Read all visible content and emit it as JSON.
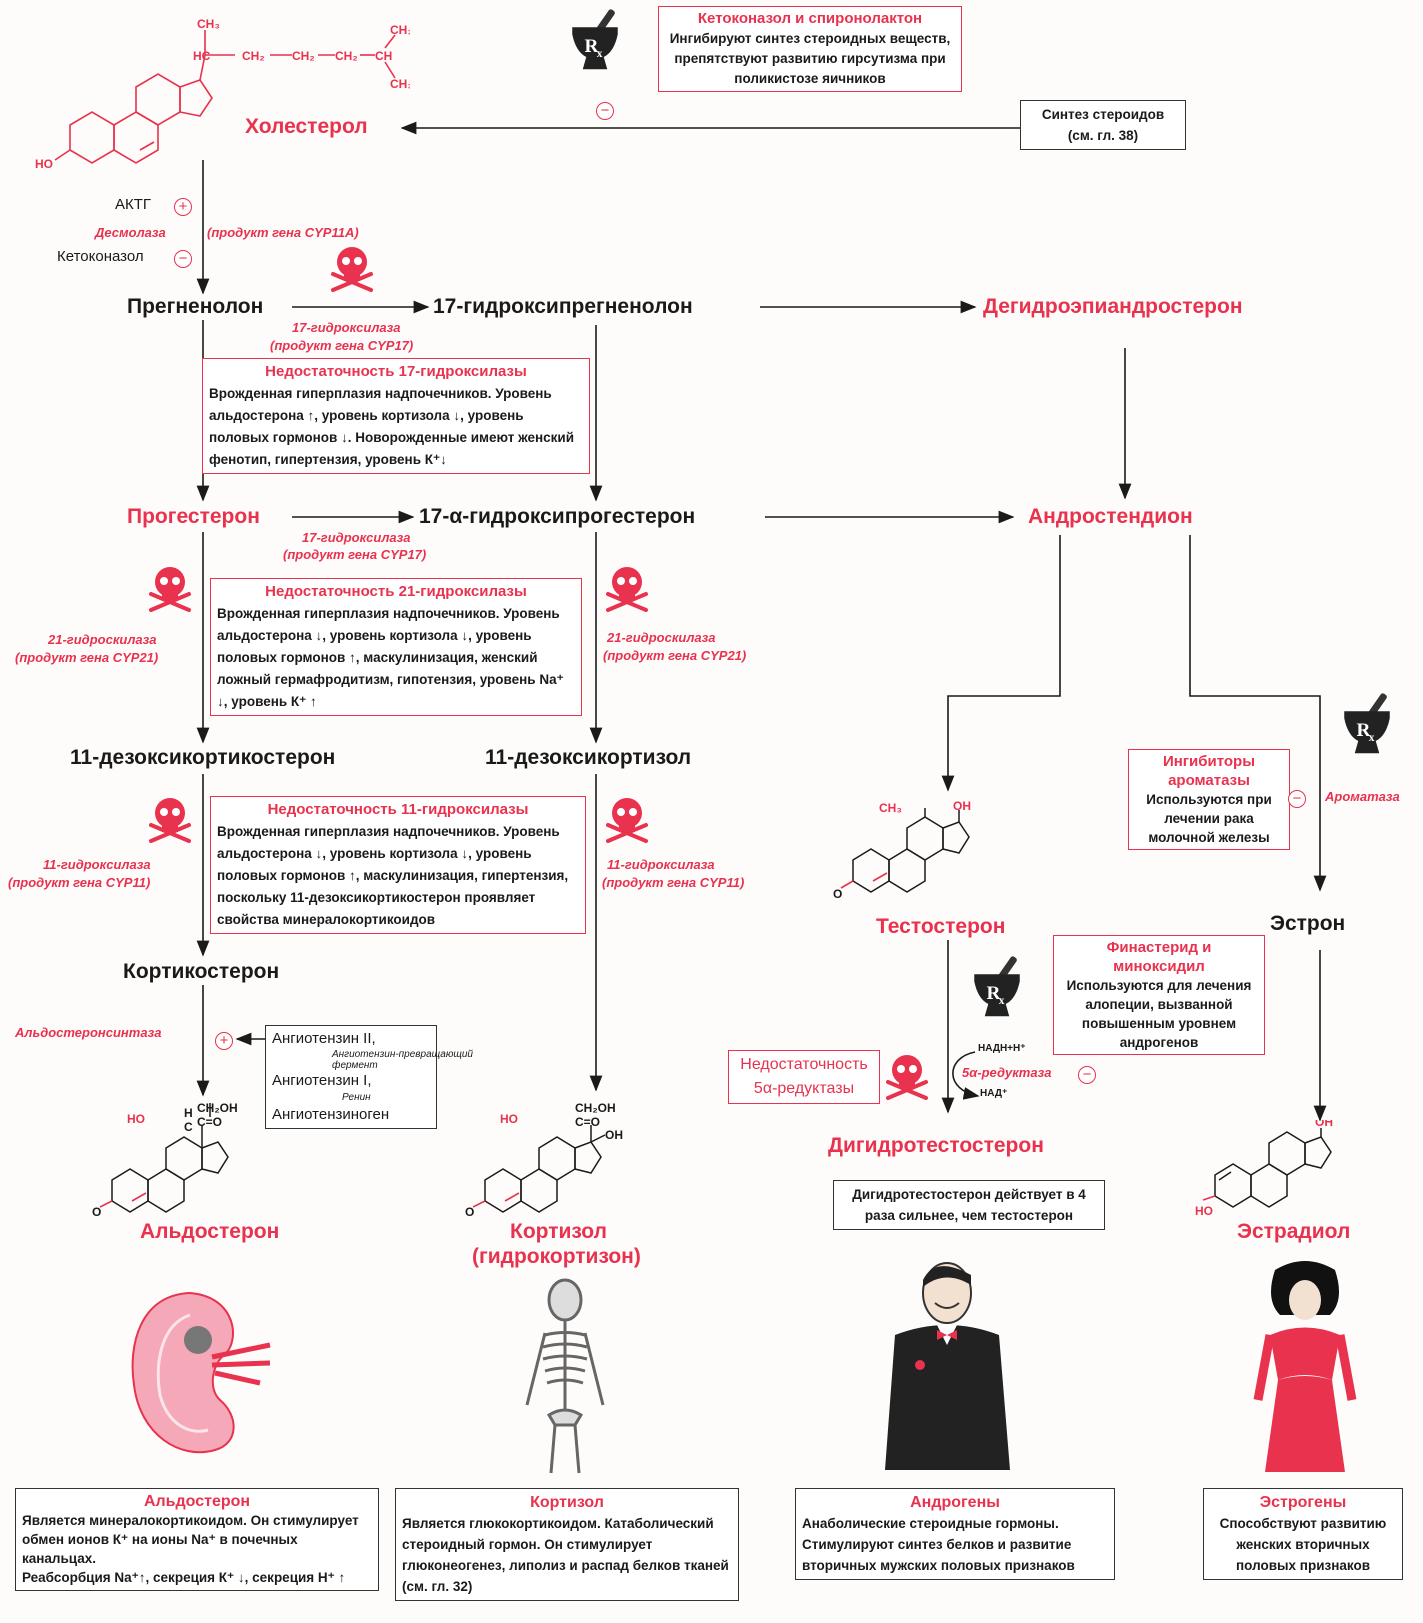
{
  "nodes": {
    "cholesterol": "Холестерол",
    "pregnenolone": "Прегненолон",
    "hydroxypregnenolone": "17-гидроксипрегненолон",
    "dhea": "Дегидроэпиандростерон",
    "progesterone": "Прогестерон",
    "hydroxyprogesterone": "17-α-гидроксипрогестерон",
    "androstenedione": "Андростендион",
    "deoxycorticosterone": "11-дезоксикортикостерон",
    "deoxycortisol": "11-дезоксикортизол",
    "corticosterone": "Кортикостерон",
    "aldosterone": "Альдостерон",
    "cortisol": "Кортизол",
    "cortisol_alt": "(гидрокортизон)",
    "testosterone": "Тестостерон",
    "dht": "Дигидротестостерон",
    "estrone": "Эстрон",
    "estradiol": "Эстрадиол"
  },
  "enzymes": {
    "desmolase": "Десмолаза",
    "desmolase_gene": "(продукт гена CYP11A)",
    "hydroxylase17_a": "17-гидроксилаза",
    "hydroxylase17_a_gene": "(продукт гена CYP17)",
    "hydroxylase17_b": "17-гидроксилаза",
    "hydroxylase17_b_gene": "(продукт гена CYP17)",
    "hydroxylase21_left": "21-гидроскилаза",
    "hydroxylase21_left_gene": "(продукт гена CYP21)",
    "hydroxylase21_right": "21-гидроскилаза",
    "hydroxylase21_right_gene": "(продукт гена CYP21)",
    "hydroxylase11_left": "11-гидроксилаза",
    "hydroxylase11_left_gene": "(продукт гена CYP11)",
    "hydroxylase11_right": "11-гидроксилаза",
    "hydroxylase11_right_gene": "(продукт гена CYP11)",
    "aldosterone_synthase": "Альдостеронсинтаза",
    "aromatase": "Ароматаза",
    "reductase": "5α-редуктаза",
    "nadh": "НАДН+Н⁺",
    "nad": "НАД⁺"
  },
  "regulators": {
    "acth": "АКТГ",
    "ketoconazole": "Кетоконазол"
  },
  "rx_ketoconazole": {
    "title": "Кетоконазол и спиронолактон",
    "text": "Ингибируют синтез стероидных веществ, препятствуют развитию гирсутизма при поликистозе яичников"
  },
  "steroid_synthesis": {
    "line1": "Синтез стероидов",
    "line2": "(см. гл. 38)"
  },
  "def17": {
    "title": "Недостаточность 17-гидроксилазы",
    "text": "Врожденная гиперплазия надпочечников. Уровень альдостерона ↑, уровень кортизола ↓, уровень половых гормонов ↓. Новорожденные имеют женский фенотип, гипертензия, уровень К⁺↓"
  },
  "def21": {
    "title": "Недостаточность 21-гидроксилазы",
    "text": "Врожденная гиперплазия надпочечников. Уровень альдостерона ↓, уровень кортизола ↓, уровень половых гормонов ↑, маскулинизация, женский ложный гермафродитизм, гипотензия, уровень Na⁺ ↓, уровень К⁺ ↑"
  },
  "def11": {
    "title": "Недостаточность 11-гидроксилазы",
    "text": "Врожденная гиперплазия надпочечников. Уровень альдостерона ↓, уровень кортизола ↓, уровень половых гормонов ↑, маскулинизация, гипертензия, поскольку 11-дезоксикортикостерон проявляет свойства минералокортикоидов"
  },
  "angiotensin": {
    "a2": "Ангиотензин II,",
    "ace": "Ангиотензин-превращающий фермент",
    "a1": "Ангиотензин I,",
    "renin": "Ренин",
    "ag": "Ангиотензиноген"
  },
  "aromatase_inhibitors": {
    "title": "Ингибиторы ароматазы",
    "text": "Используются при лечении рака молочной железы"
  },
  "finasteride": {
    "title": "Финастерид и миноксидил",
    "text": "Используются для лечения алопеции, вызванной повышенным уровнем андрогенов"
  },
  "reductase_def": "Недостаточность 5α-редуктазы",
  "dht_note": "Дигидротестостерон действует в 4 раза сильнее, чем тестостерон",
  "chem_labels": {
    "ho": "HO",
    "oh": "OH",
    "o": "O",
    "ch3": "CH₃",
    "ch2oh": "CH₂OH",
    "co": "C=O",
    "hc": "HC",
    "ch2": "CH₂",
    "ch": "CH",
    "h": "H",
    "c": "C"
  },
  "bottom": {
    "aldosterone": {
      "title": "Альдостерон",
      "text": "Является минералокортикоидом. Он стимулирует обмен ионов К⁺ на ионы Na⁺ в почечных канальцах.",
      "text2": "Реабсорбция Na⁺↑, секреция К⁺ ↓, секреция Н⁺ ↑"
    },
    "cortisol": {
      "title": "Кортизол",
      "text": "Является глюкокортикоидом. Катаболический стероидный гормон. Он стимулирует глюконеогенез, липолиз и распад белков тканей (см. гл. 32)"
    },
    "androgens": {
      "title": "Андрогены",
      "text": "Анаболические стероидные гормоны. Стимулируют синтез белков и развитие вторичных мужских половых признаков"
    },
    "estrogens": {
      "title": "Эстрогены",
      "text": "Способствуют развитию женских вторичных половых признаков"
    }
  },
  "colors": {
    "accent": "#e8324e",
    "ink": "#1a1a1a"
  }
}
